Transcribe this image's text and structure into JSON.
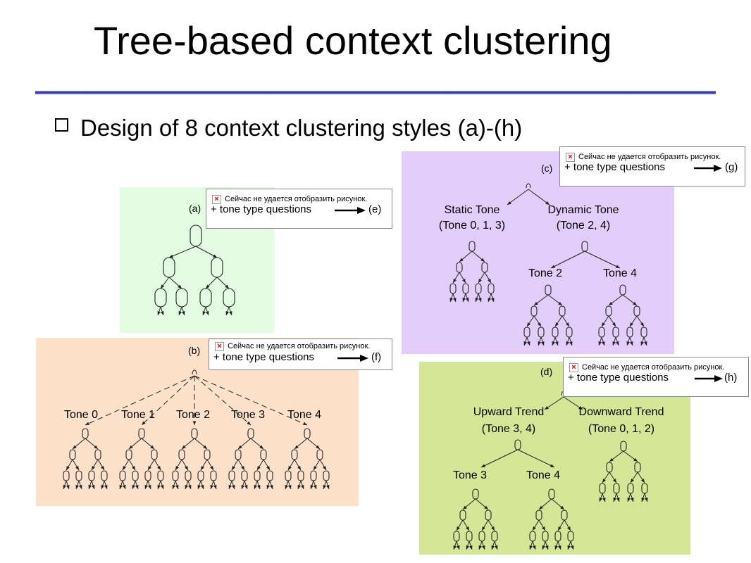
{
  "slide": {
    "title": "Tree-based context clustering",
    "bullet": "Design of 8 context clustering styles  (a)-(h)"
  },
  "colors": {
    "panel_a": "#e3fde3",
    "panel_b": "#fde2c9",
    "panel_c": "#e2cdfb",
    "panel_d": "#d5e797",
    "rule": "#3030d8"
  },
  "image_error_text": "Сейчас не удается отобразить рисунок.",
  "callout_question": "+ tone type questions",
  "panels": {
    "a": {
      "caption": "(a)",
      "target": "(e)"
    },
    "b": {
      "caption": "(b)",
      "target": "(f)",
      "tones": [
        "Tone 0",
        "Tone 1",
        "Tone 2",
        "Tone 3",
        "Tone 4"
      ]
    },
    "c": {
      "caption": "(c)",
      "target": "(g)",
      "left_line1": "Static Tone",
      "left_line2": "(Tone 0, 1, 3)",
      "right_line1": "Dynamic Tone",
      "right_line2": "(Tone 2, 4)",
      "sub_left": "Tone 2",
      "sub_right": "Tone 4"
    },
    "d": {
      "caption": "(d)",
      "target": "(h)",
      "left_line1": "Upward Trend",
      "left_line2": "(Tone 3, 4)",
      "right_line1": "Downward Trend",
      "right_line2": "(Tone 0, 1, 2)",
      "sub_left": "Tone 3",
      "sub_right": "Tone 4"
    }
  }
}
